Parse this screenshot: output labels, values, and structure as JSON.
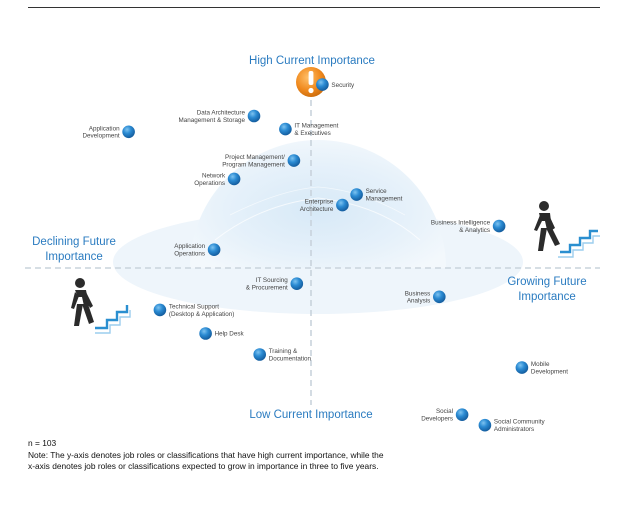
{
  "chart_data": {
    "type": "scatter",
    "title": "",
    "xlabel": "Declining Future Importance / Growing Future Importance",
    "ylabel": "Low Current Importance / High Current Importance",
    "xlim": [
      -1,
      1
    ],
    "ylim": [
      -1,
      1
    ],
    "grid": false,
    "axis_labels": {
      "top": "High Current  Importance",
      "bottom": "Low Current  Importance",
      "left": [
        "Declining Future",
        "Importance"
      ],
      "right": [
        "Growing Future",
        "Importance"
      ]
    },
    "points": [
      {
        "label": [
          "Security"
        ],
        "x": 0.04,
        "y": 0.7
      },
      {
        "label": [
          "Application",
          "Development"
        ],
        "x": -0.64,
        "y": 0.52
      },
      {
        "label": [
          "Data Architecture",
          "Management & Storage"
        ],
        "x": -0.2,
        "y": 0.58
      },
      {
        "label": [
          "IT Management",
          "& Executives"
        ],
        "x": -0.09,
        "y": 0.53
      },
      {
        "label": [
          "Project Management/",
          "Program Management"
        ],
        "x": -0.06,
        "y": 0.41
      },
      {
        "label": [
          "Network",
          "Operations"
        ],
        "x": -0.27,
        "y": 0.34
      },
      {
        "label": [
          "Service",
          "Management"
        ],
        "x": 0.16,
        "y": 0.28
      },
      {
        "label": [
          "Enterprise",
          "Architecture"
        ],
        "x": 0.11,
        "y": 0.24
      },
      {
        "label": [
          "Business Intelligence",
          "& Analytics"
        ],
        "x": 0.66,
        "y": 0.16
      },
      {
        "label": [
          "Application",
          "Operations"
        ],
        "x": -0.34,
        "y": 0.07
      },
      {
        "label": [
          "IT Sourcing",
          "& Procurement"
        ],
        "x": -0.05,
        "y": -0.06
      },
      {
        "label": [
          "Business",
          "Analysis"
        ],
        "x": 0.45,
        "y": -0.11
      },
      {
        "label": [
          "Technical Support",
          "(Desktop & Application)"
        ],
        "x": -0.53,
        "y": -0.16
      },
      {
        "label": [
          "Help Desk"
        ],
        "x": -0.37,
        "y": -0.25
      },
      {
        "label": [
          "Training &",
          "Documentation"
        ],
        "x": -0.18,
        "y": -0.33
      },
      {
        "label": [
          "Mobile",
          "Development"
        ],
        "x": 0.74,
        "y": -0.38
      },
      {
        "label": [
          "Social",
          "Developers"
        ],
        "x": 0.53,
        "y": -0.56
      },
      {
        "label": [
          "Social Community",
          "Administrators"
        ],
        "x": 0.61,
        "y": -0.6
      }
    ]
  },
  "footnote": {
    "n": "n = 103",
    "line1": "Note: The y-axis denotes job roles or classifications that have high current importance, while the",
    "line2": "x-axis denotes job roles or classifications expected to grow in importance in three to five years."
  },
  "colors": {
    "axis_title": "#2a7bc0",
    "dot": "#1f7cc4",
    "axis_line": "#c9d3dc",
    "alert": "#f08a1e",
    "stairs": "#2a8fd0",
    "person": "#2b2b2b"
  },
  "icons": [
    "alert-icon",
    "person-climbing-stairs-icon",
    "person-descending-stairs-icon"
  ]
}
